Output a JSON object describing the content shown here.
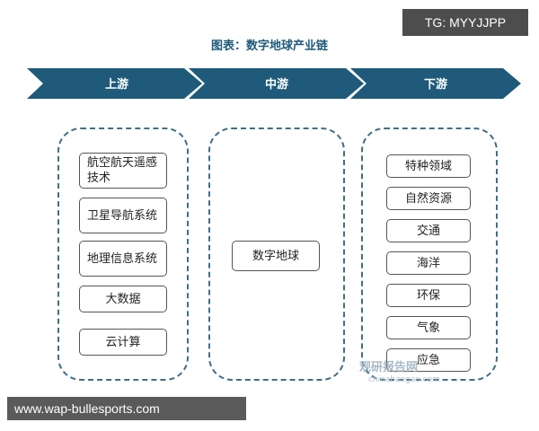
{
  "title": "图表：数字地球产业链",
  "corner_tag": "TG: MYYJJPP",
  "footer_url": "www.wap-bullesports.com",
  "watermark": {
    "brand": "观研报告网",
    "site": "chinabaogao.com"
  },
  "colors": {
    "arrow": "#1f5a7a",
    "panel_border": "#3f6f86"
  },
  "stages": [
    {
      "label": "上游",
      "items": [
        "航空航天遥感技术",
        "卫星导航系统",
        "地理信息系统",
        "大数据",
        "云计算"
      ]
    },
    {
      "label": "中游",
      "items": [
        "数字地球"
      ]
    },
    {
      "label": "下游",
      "items": [
        "特种领域",
        "自然资源",
        "交通",
        "海洋",
        "环保",
        "气象",
        "应急"
      ]
    }
  ]
}
